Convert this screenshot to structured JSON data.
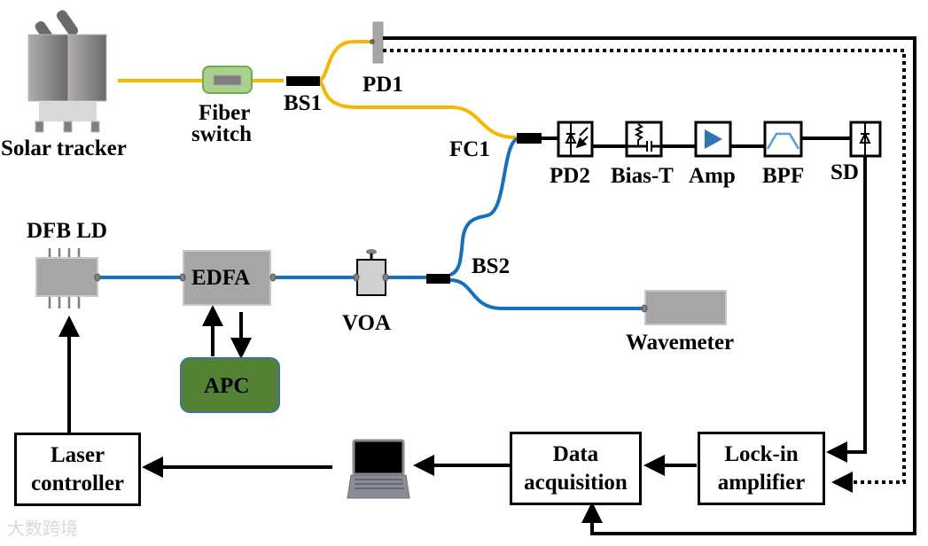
{
  "diagram": {
    "components": {
      "solar_tracker": "Solar tracker",
      "fiber_switch_line1": "Fiber",
      "fiber_switch_line2": "switch",
      "bs1": "BS1",
      "pd1": "PD1",
      "fc1": "FC1",
      "pd2": "PD2",
      "bias_t": "Bias-T",
      "amp": "Amp",
      "bpf": "BPF",
      "sd": "SD",
      "dfb_ld": "DFB LD",
      "edfa": "EDFA",
      "voa": "VOA",
      "bs2": "BS2",
      "wavemeter": "Wavemeter",
      "apc": "APC",
      "laser_controller_line1": "Laser",
      "laser_controller_line2": "controller",
      "data_acquisition_line1": "Data",
      "data_acquisition_line2": "acquisition",
      "lock_in_line1": "Lock-in",
      "lock_in_line2": "amplifier"
    },
    "watermark": "大数跨境",
    "colors": {
      "sunlight_fiber": "#f5b800",
      "laser_fiber": "#1670c0",
      "device_gray": "#a6a6a6",
      "apc_green": "#548235",
      "fiber_switch_green": "#a9d18e",
      "amp_blue": "#2e75b6"
    }
  }
}
